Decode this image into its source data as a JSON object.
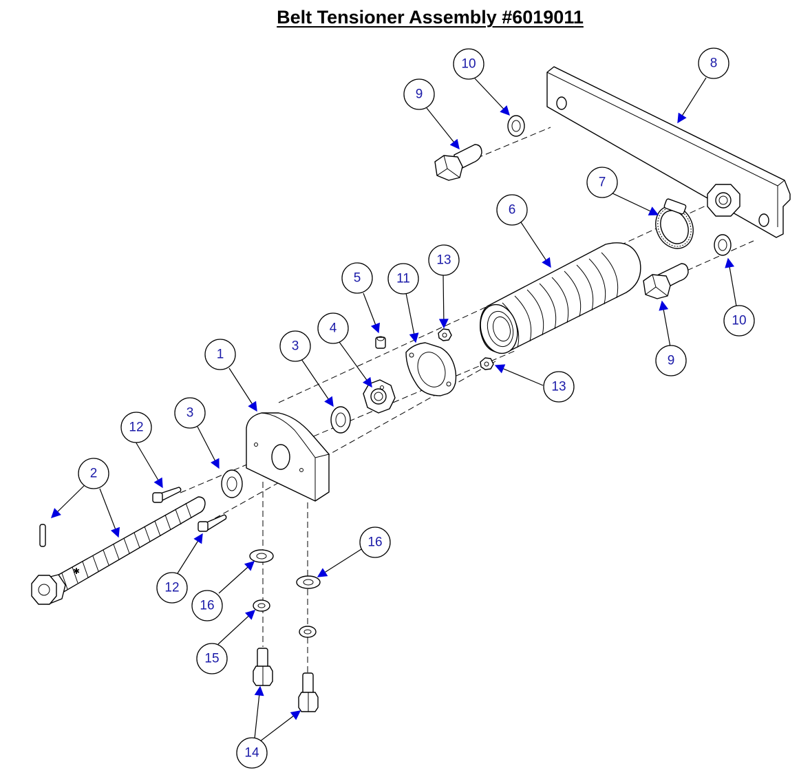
{
  "title": "Belt Tensioner Assembly #6019011",
  "colors": {
    "callout_text": "#1a1aa8",
    "arrow": "#0000e0",
    "line": "#000000",
    "background": "#ffffff"
  },
  "callouts": [
    {
      "id": "c1",
      "label": "1"
    },
    {
      "id": "c2",
      "label": "2"
    },
    {
      "id": "c3a",
      "label": "3"
    },
    {
      "id": "c3b",
      "label": "3"
    },
    {
      "id": "c4",
      "label": "4"
    },
    {
      "id": "c5",
      "label": "5"
    },
    {
      "id": "c6",
      "label": "6"
    },
    {
      "id": "c7",
      "label": "7"
    },
    {
      "id": "c8",
      "label": "8"
    },
    {
      "id": "c9a",
      "label": "9"
    },
    {
      "id": "c9b",
      "label": "9"
    },
    {
      "id": "c10a",
      "label": "10"
    },
    {
      "id": "c10b",
      "label": "10"
    },
    {
      "id": "c11",
      "label": "11"
    },
    {
      "id": "c12a",
      "label": "12"
    },
    {
      "id": "c12b",
      "label": "12"
    },
    {
      "id": "c13a",
      "label": "13"
    },
    {
      "id": "c13b",
      "label": "13"
    },
    {
      "id": "c14",
      "label": "14"
    },
    {
      "id": "c15",
      "label": "15"
    },
    {
      "id": "c16a",
      "label": "16"
    },
    {
      "id": "c16b",
      "label": "16"
    }
  ]
}
